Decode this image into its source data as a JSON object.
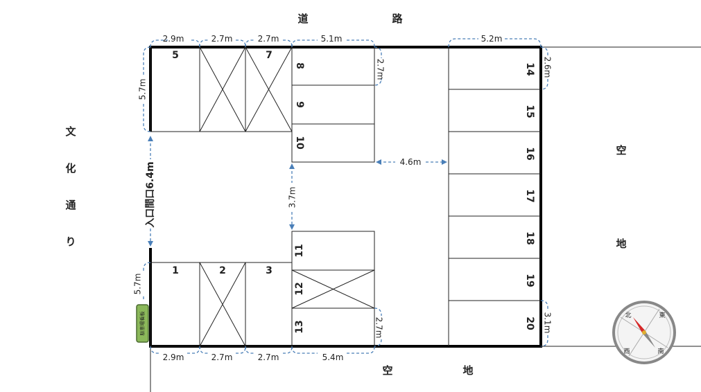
{
  "labels": {
    "road_top_1": "道",
    "road_top_2": "路",
    "street_left": [
      "文",
      "化",
      "通",
      "り"
    ],
    "empty_right_1": "空",
    "empty_right_2": "地",
    "empty_bottom_1": "空",
    "empty_bottom_2": "地",
    "entrance": "入口間口6.4m",
    "sign": "駐車場看板"
  },
  "spaces": {
    "s1": "1",
    "s2": "2",
    "s3": "3",
    "s5": "5",
    "s7": "7",
    "s8": "8",
    "s9": "9",
    "s10": "10",
    "s11": "11",
    "s12": "12",
    "s13": "13",
    "s14": "14",
    "s15": "15",
    "s16": "16",
    "s17": "17",
    "s18": "18",
    "s19": "19",
    "s20": "20"
  },
  "dimensions": {
    "top_1": "2.9m",
    "top_2": "2.7m",
    "top_3": "2.7m",
    "top_4": "5.1m",
    "top_5": "5.2m",
    "bottom_1": "2.9m",
    "bottom_2": "2.7m",
    "bottom_3": "2.7m",
    "bottom_4": "5.4m",
    "left_top": "5.7m",
    "left_bottom": "5.7m",
    "mid_vertical": "3.7m",
    "mid_horizontal": "4.6m",
    "right_8": "2.7m",
    "right_13": "2.7m",
    "right_14": "2.6m",
    "right_20": "3.1m"
  },
  "compass": {
    "north": "北",
    "east": "東",
    "south": "南",
    "west": "西",
    "needle_color": "#d62828"
  },
  "colors": {
    "dimension": "#4a7fb8",
    "sign_fill": "#8bb85a"
  }
}
